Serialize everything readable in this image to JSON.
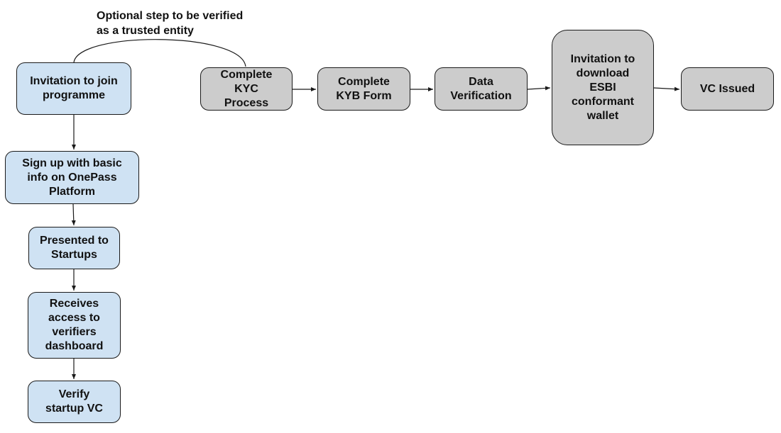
{
  "annotation": "Optional step to be verified\nas a trusted entity",
  "nodes": {
    "invitation": "Invitation to join\nprogramme",
    "signup": "Sign up with basic\ninfo on OnePass\nPlatform",
    "presented": "Presented to\nStartups",
    "receives": "Receives\naccess to\nverifiers\ndashboard",
    "verify": "Verify\nstartup VC",
    "kyc": "Complete\nKYC\nProcess",
    "kyb": "Complete\nKYB Form",
    "data_verification": "Data\nVerification",
    "download_wallet": "Invitation to\ndownload\nESBI\nconformant\nwallet",
    "vc_issued": "VC Issued"
  },
  "colors": {
    "blue_fill": "#cfe2f3",
    "gray_fill": "#cccccc",
    "stroke": "#1a1a1a"
  }
}
